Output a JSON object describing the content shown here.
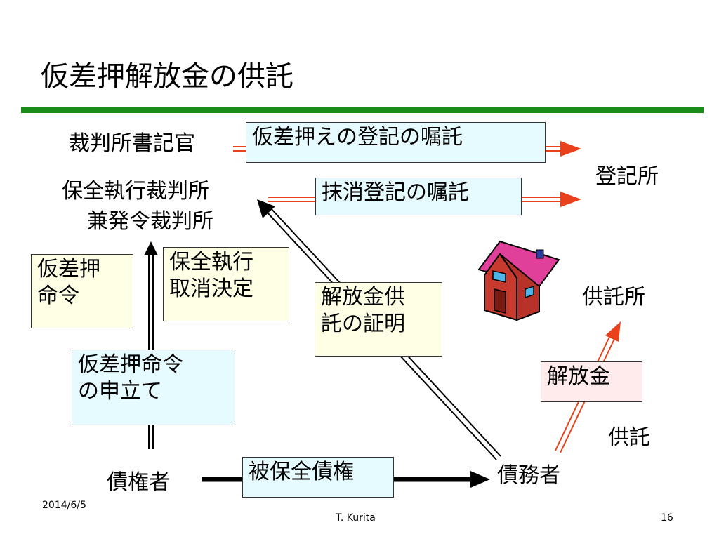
{
  "slide": {
    "title": "仮差押解放金の供託",
    "date": "2014/6/5",
    "author": "T. Kurita",
    "page_number": "16"
  },
  "nodes": {
    "court_clerk": "裁判所書記官",
    "court_line1": "保全執行裁判所",
    "court_line2": "兼発令裁判所",
    "registry": "登記所",
    "deposit_office": "供託所",
    "deposit_label": "供託",
    "creditor": "債権者",
    "debtor": "債務者"
  },
  "boxes": {
    "registration_request": "仮差押えの登記の嘱託",
    "cancellation_request": "抹消登記の嘱託",
    "provisional_order_line1": "仮差押",
    "provisional_order_line2": "命令",
    "cancel_decision_line1": "保全執行",
    "cancel_decision_line2": "取消決定",
    "deposit_proof_line1": "解放金供",
    "deposit_proof_line2": "託の証明",
    "petition_line1": "仮差押命令",
    "petition_line2": "の申立て",
    "release_money": "解放金",
    "secured_claim": "被保全債権"
  },
  "colors": {
    "accent_bar": "#1a8c1a",
    "arrow_red": "#e8411c",
    "house_wall": "#c93a2e",
    "house_roof": "#e0409a"
  }
}
